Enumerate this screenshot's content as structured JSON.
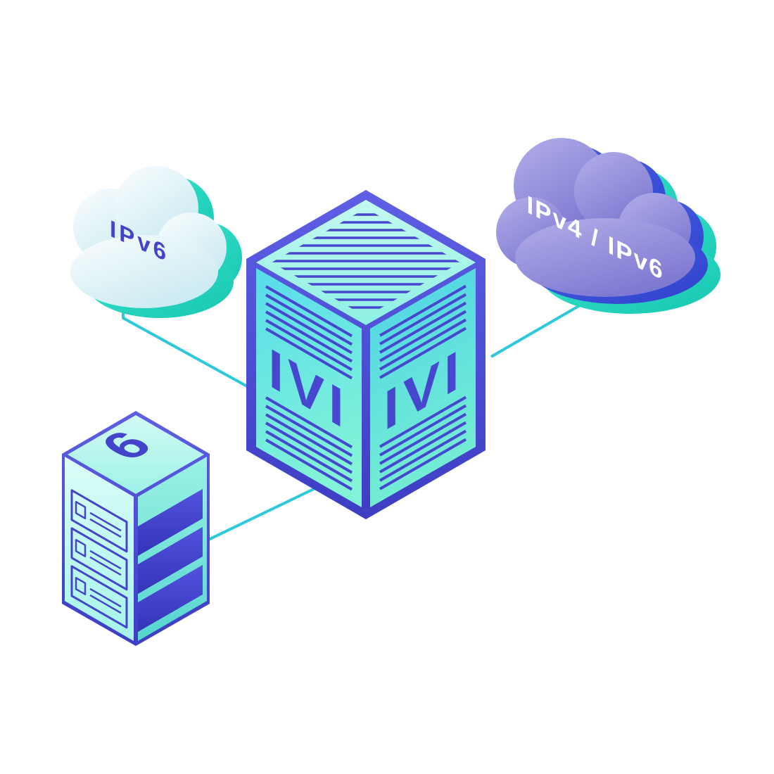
{
  "scene": {
    "background": "#ffffff",
    "left_cloud": {
      "label": "IPv6",
      "label_color": "#4343cb",
      "face_color_top": "#fafdfd",
      "face_color_bottom": "#c9eaf1",
      "side_color": "#2fd9c6"
    },
    "right_cloud": {
      "label": "IPv4 / IPv6",
      "label_color": "#ffffff",
      "face_color_top": "#aba7e7",
      "face_color_bottom": "#7f7ad2",
      "side_color_blue": "#3f55dd",
      "side_color_teal": "#2fd9c6"
    },
    "translator_box": {
      "left_face_label": "IVI",
      "right_face_label": "IVI",
      "stripe_color": "#4646cf",
      "border_color_top": "#5f5fe6",
      "border_color_bottom": "#3d3dc4",
      "face_color_left": "#58dcec",
      "face_color_right": "#4ed3e8",
      "face_color_top": "#b5f7ee"
    },
    "server": {
      "top_label": "6",
      "slot_count": "3",
      "outline_color": "#4444cc",
      "slab_color": "#4040c8"
    },
    "connectors": {
      "color": "#2cc9db"
    }
  }
}
